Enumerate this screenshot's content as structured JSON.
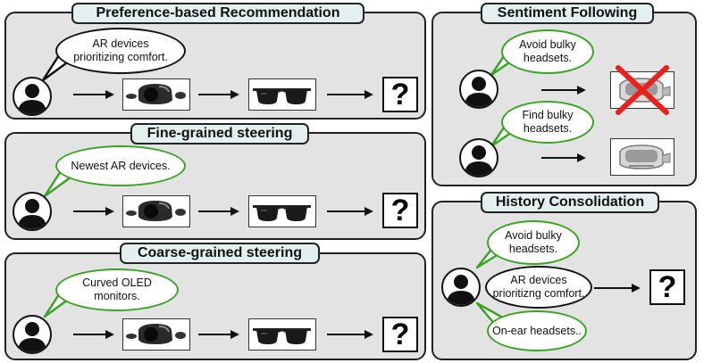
{
  "panels": {
    "preference": {
      "title": "Preference-based Recommendation",
      "bubble": "AR devices\nprioritizing comfort."
    },
    "fine": {
      "title": "Fine-grained steering",
      "bubble": "Newest AR devices."
    },
    "coarse": {
      "title": "Coarse-grained steering",
      "bubble": "Curved OLED\nmonitors."
    },
    "sentiment": {
      "title": "Sentiment Following",
      "bubble_top": "Avoid bulky\nheadsets.",
      "bubble_bottom": "Find bulky\nheadsets."
    },
    "history": {
      "title": "History Consolidation",
      "bubble_top": "Avoid bulky\nheadsets.",
      "bubble_mid": "AR devices\nprioritizng comfort.",
      "bubble_bottom": "On-ear headsets.."
    }
  },
  "question_mark": "?",
  "colors": {
    "panel_bg": "#e3e3e3",
    "title_bg": "#e4f0ef",
    "green_bubble": "#3aa324",
    "red_cross": "#e8221c"
  },
  "icons": [
    "user-icon",
    "vr-headset-icon",
    "sunglasses-icon",
    "question-mark-icon",
    "red-cross-icon"
  ]
}
